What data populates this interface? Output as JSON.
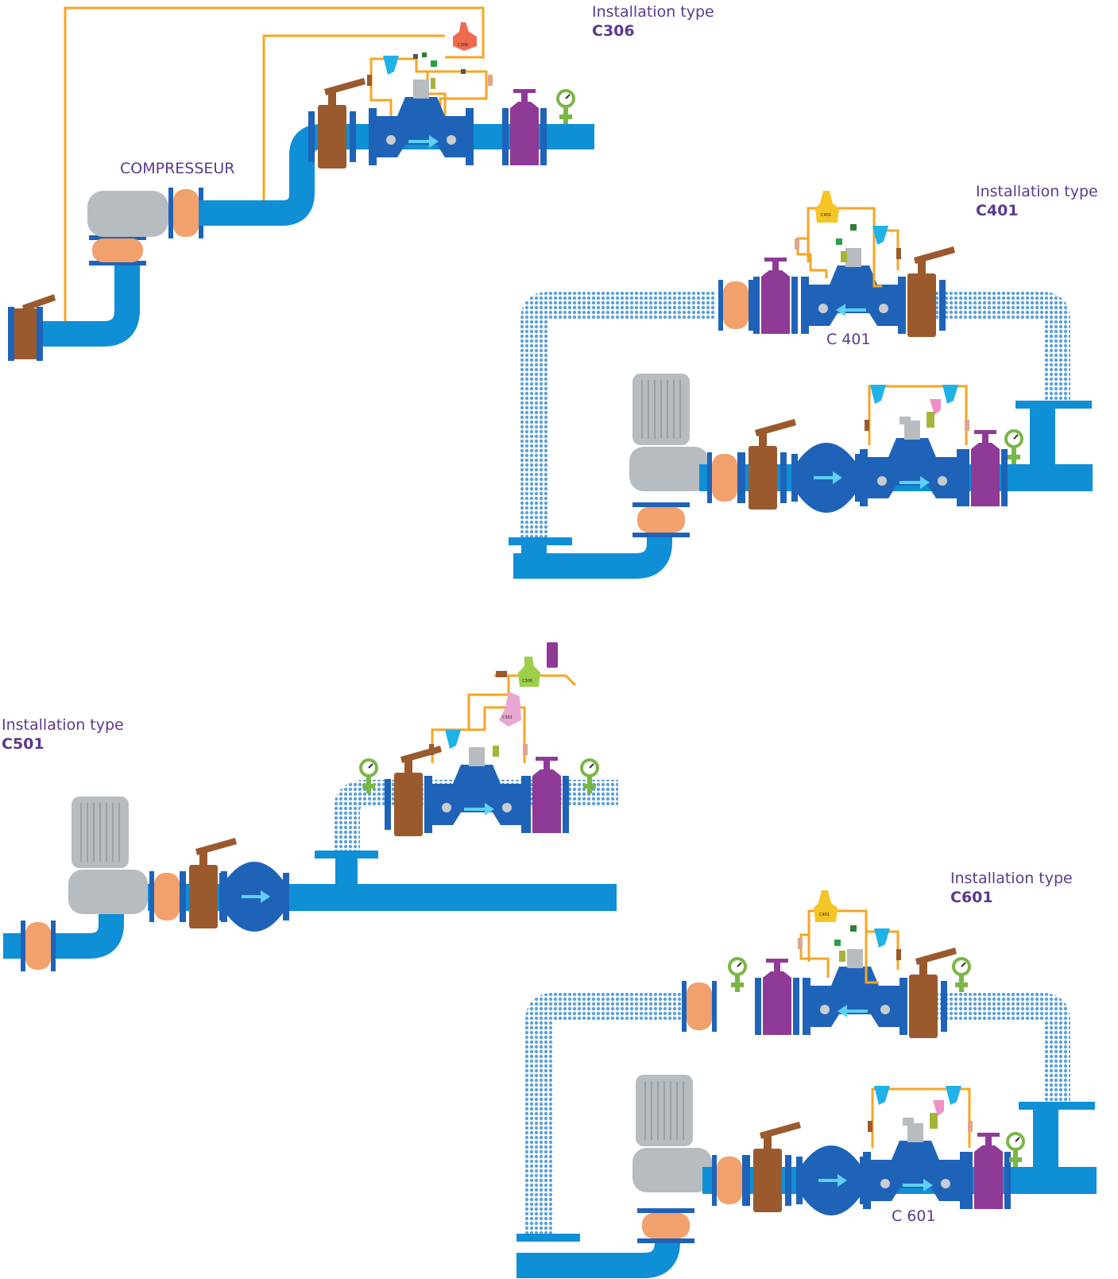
{
  "labels": {
    "c306_heading": "Installation type",
    "c306_code": "C306",
    "compressor": "COMPRESSEUR",
    "c401_heading": "Installation type",
    "c401_code": "C401",
    "c401_valve": "C 401",
    "c501_heading": "Installation type",
    "c501_code": "C501",
    "c601_heading": "Installation type",
    "c601_code": "C601",
    "c601_valve": "C 601"
  },
  "pilot_tags": {
    "c306": "C306",
    "c401": "C401",
    "c501_a": "C306",
    "c501_b": "C301",
    "c601": "C401"
  },
  "colors": {
    "pipe_blue": "#0f8fd6",
    "valve_blue": "#1f63b8",
    "dotted_pipe": "#c9dff2",
    "gate_valve_brown": "#9a5a2e",
    "check_valve_purple": "#8e3a96",
    "pump_grey": "#b7bcc0",
    "joint_orange": "#f2a06c",
    "pilot_orange": "#f5a623",
    "gauge_green": "#7ab648",
    "label_purple": "#5b3a8c"
  }
}
